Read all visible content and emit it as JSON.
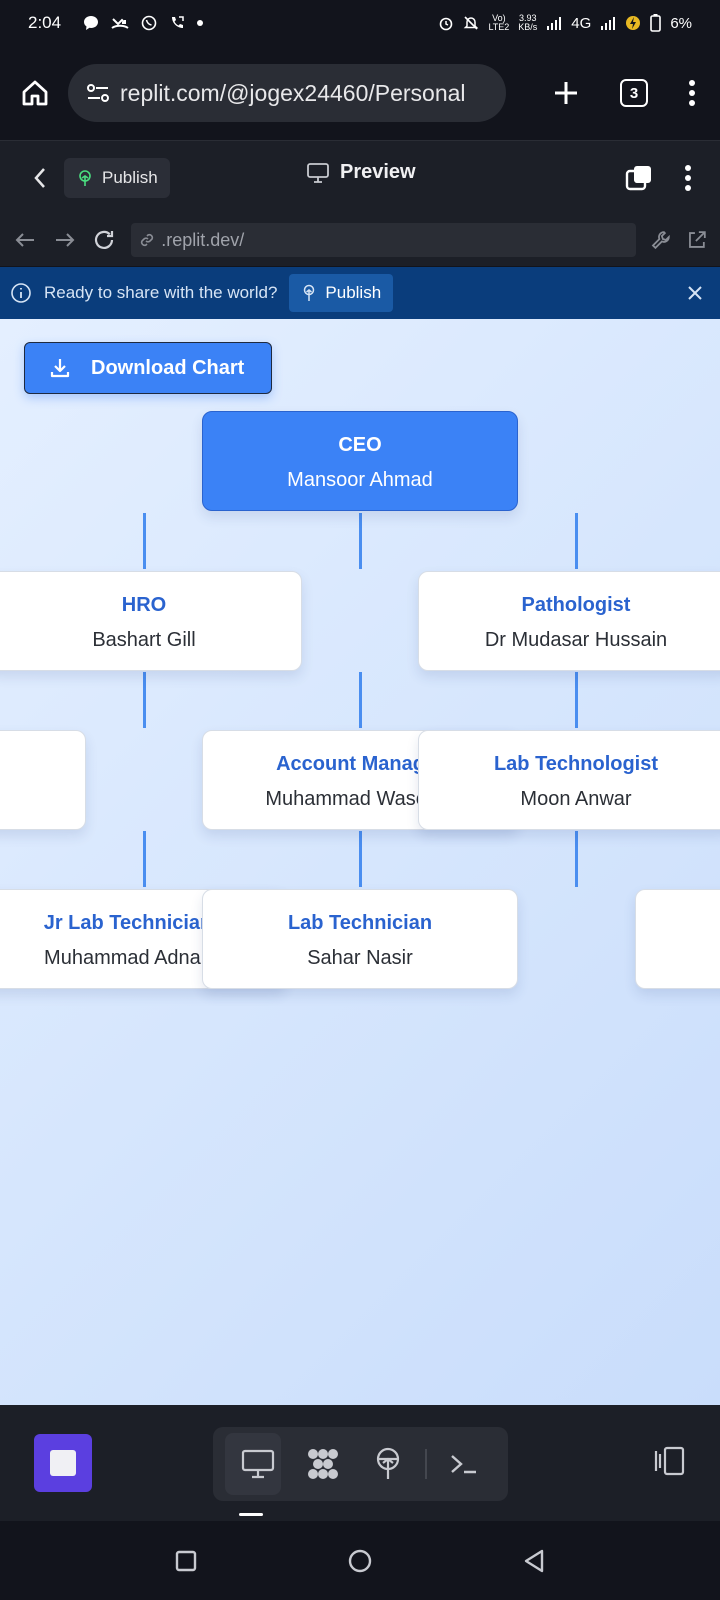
{
  "status": {
    "time": "2:04",
    "net_speed_top": "3.93",
    "net_speed_bottom": "KB/s",
    "volte_top": "Vo)",
    "volte_bottom": "LTE2",
    "network": "4G",
    "battery": "6%"
  },
  "browser": {
    "url": "replit.com/@jogex24460/Personal",
    "tab_count": "3"
  },
  "replit": {
    "publish_label": "Publish",
    "preview_label": "Preview",
    "address": ".replit.dev/"
  },
  "banner": {
    "message": "Ready to share with the world?",
    "publish_label": "Publish"
  },
  "chart": {
    "download_label": "Download Chart",
    "nodes": [
      {
        "role": "CEO",
        "name": "Mansoor Ahmad"
      },
      {
        "role": "HRO",
        "name": "Bashart Gill"
      },
      {
        "role": "Pathologist",
        "name": "Dr Mudasar Hussain"
      },
      {
        "role": "Account Manager",
        "name": "Muhammad Waseem"
      },
      {
        "role": "Lab Technologist",
        "name": "Moon Anwar"
      },
      {
        "role": "Jr Lab Technician",
        "name": "Muhammad Adnan"
      },
      {
        "role": "Lab Technician",
        "name": "Sahar Nasir"
      }
    ]
  },
  "colors": {
    "accent": "#3b82f6",
    "role_text": "#2a63cf",
    "banner_bg": "#0a3d7c",
    "stop_button": "#5b3fe0"
  }
}
